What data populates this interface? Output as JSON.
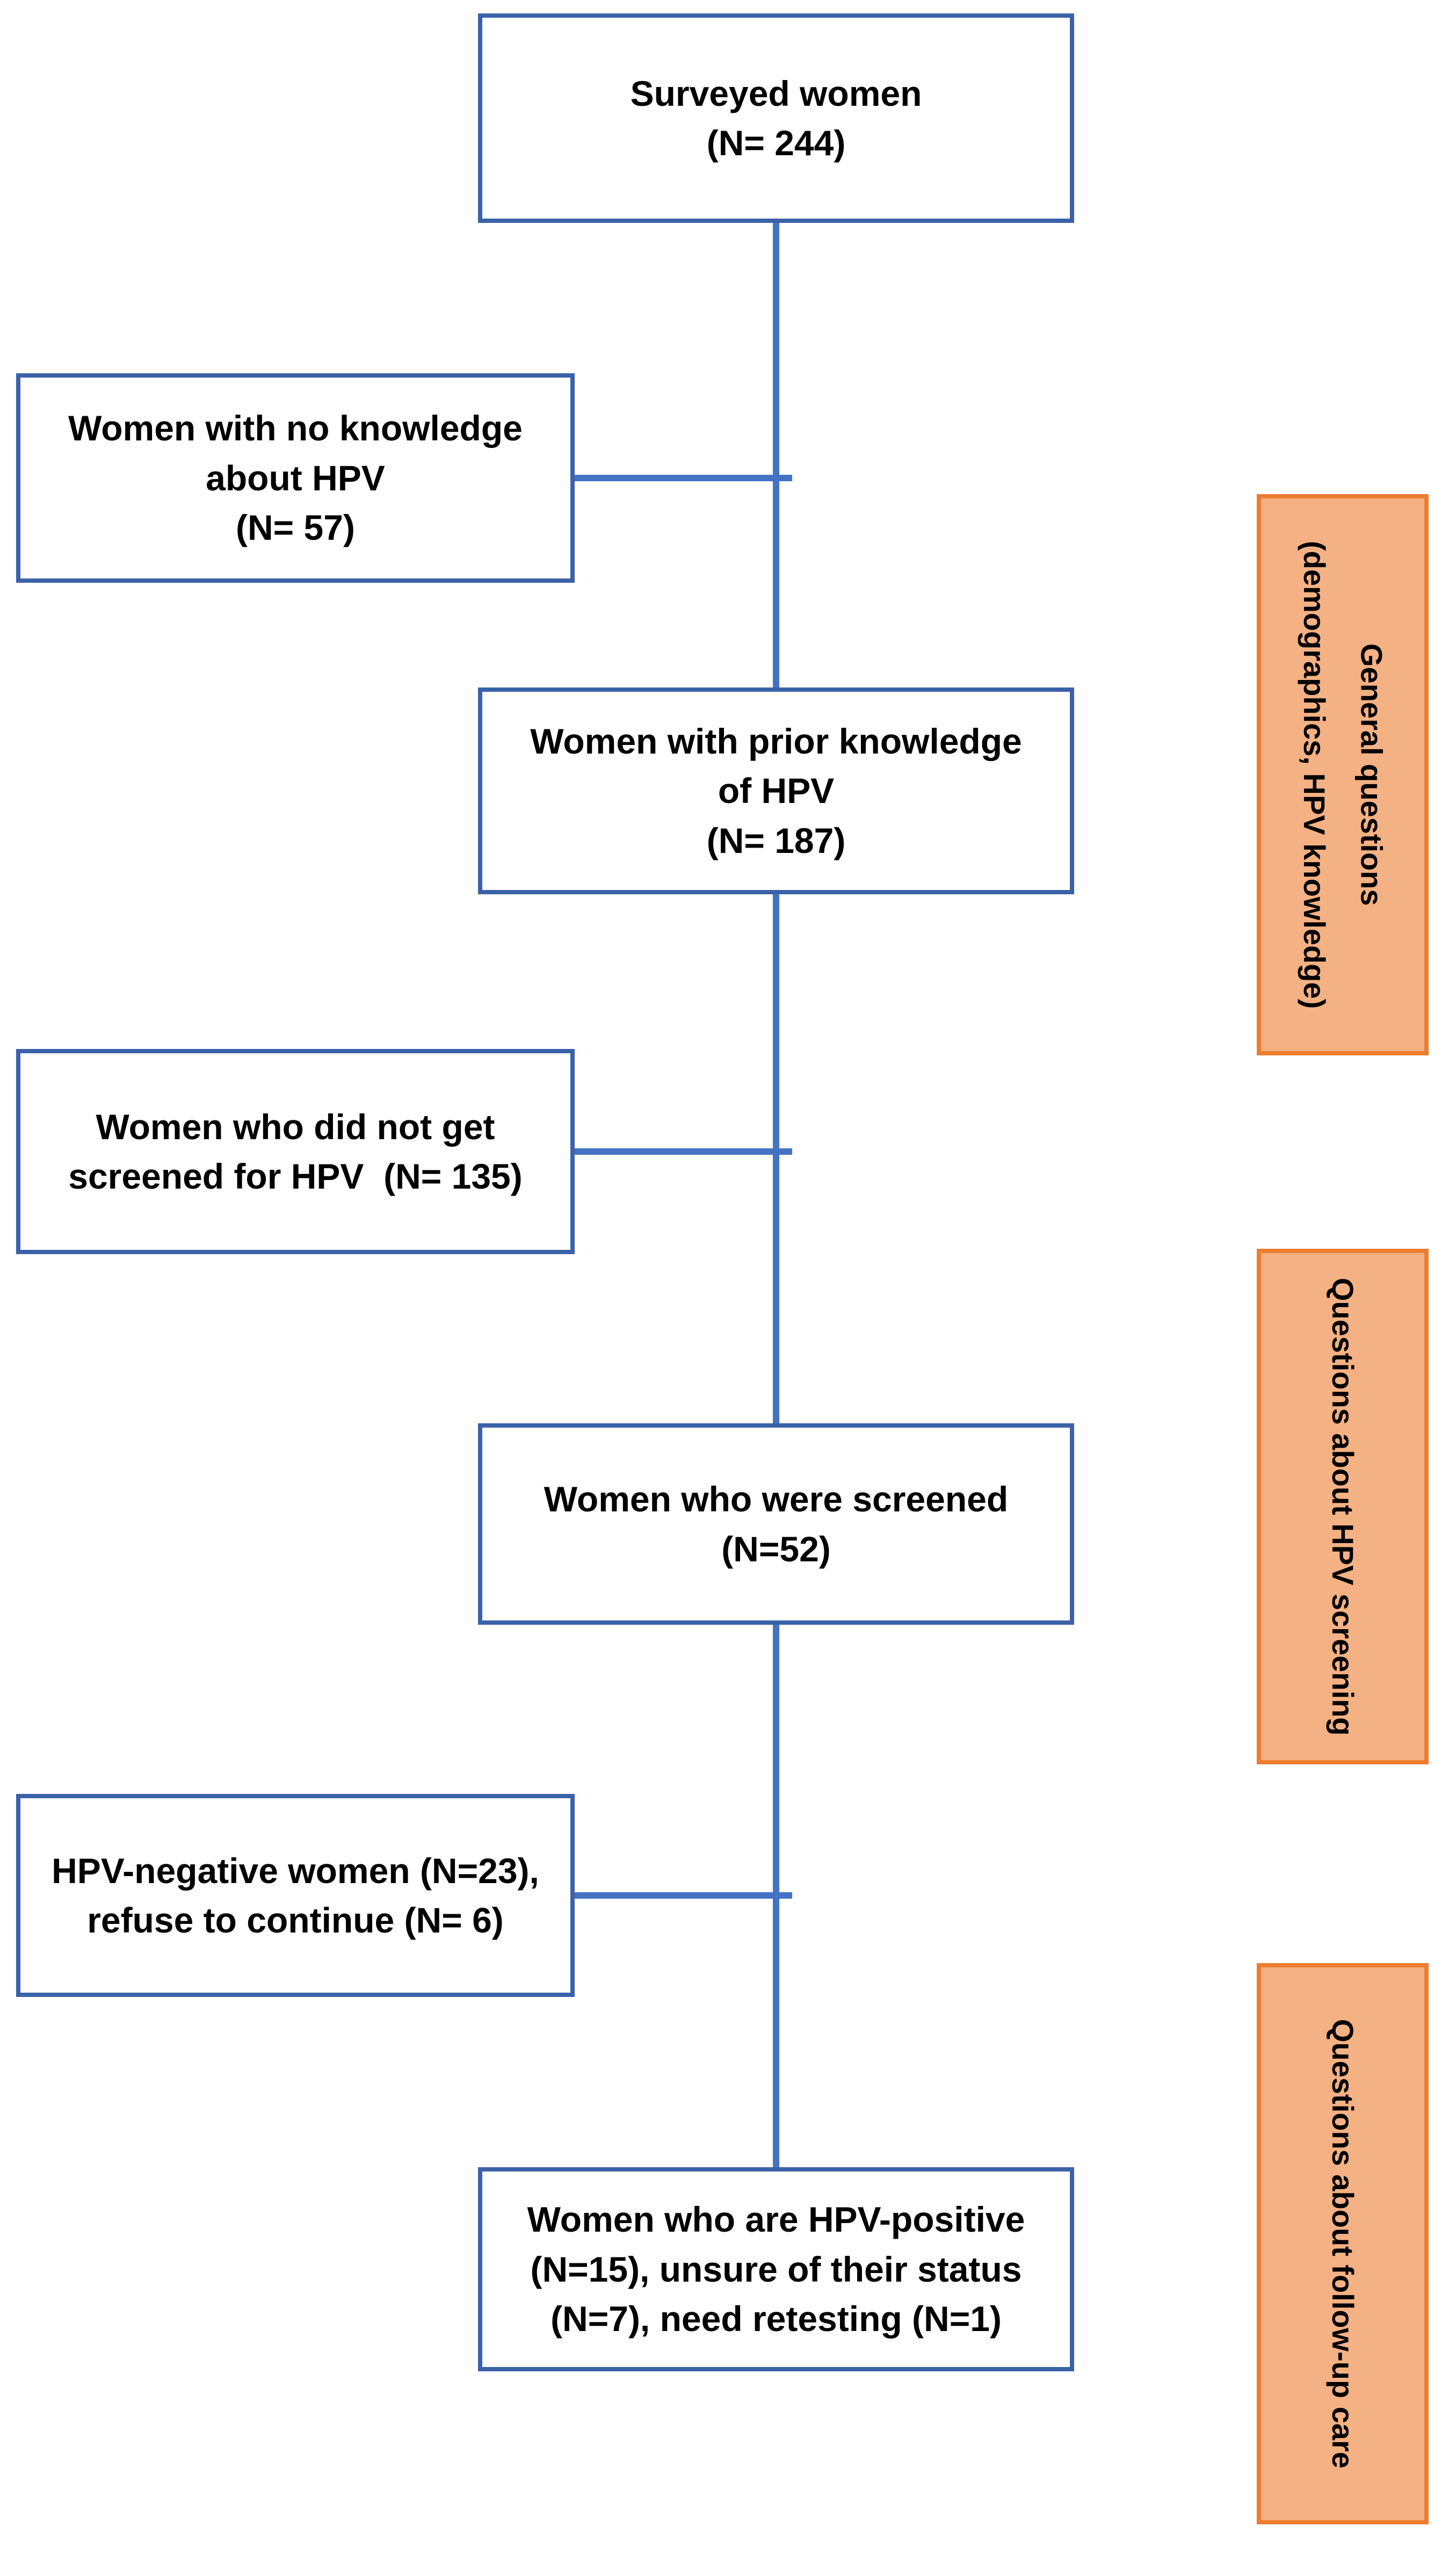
{
  "palette": {
    "background": "#ffffff",
    "text_color": "#000000",
    "line_blue": "#4472c4",
    "box_border_blue": "#3a62a8",
    "orange_fill": "#f4b183",
    "orange_border": "#ed7d31"
  },
  "flowchart": {
    "main_boxes": [
      {
        "id": "surveyed",
        "lines": [
          "Surveyed women",
          "(N= 244)"
        ]
      },
      {
        "id": "prior_knowledge",
        "lines": [
          "Women with prior knowledge",
          "of HPV",
          "(N= 187)"
        ]
      },
      {
        "id": "screened",
        "lines": [
          "Women who were screened",
          "(N=52)"
        ]
      },
      {
        "id": "hpv_positive",
        "lines": [
          "Women who are HPV-positive",
          "(N=15), unsure of their status",
          "(N=7), need retesting (N=1)"
        ]
      }
    ],
    "exclusion_boxes": [
      {
        "id": "no_knowledge",
        "lines": [
          "Women with no knowledge",
          "about HPV",
          "(N= 57)"
        ]
      },
      {
        "id": "not_screened",
        "lines": [
          "Women who did not get",
          "screened for HPV  (N= 135)"
        ]
      },
      {
        "id": "negative_refuse",
        "lines": [
          "HPV-negative women (N=23),",
          "refuse to continue (N= 6)"
        ]
      }
    ],
    "section_labels": [
      {
        "id": "general_questions",
        "lines": [
          "General questions",
          "(demographics, HPV knowledge)"
        ]
      },
      {
        "id": "hpv_screening",
        "lines": [
          "Questions about HPV screening"
        ]
      },
      {
        "id": "followup_care",
        "lines": [
          "Questions about follow-up care"
        ]
      }
    ]
  }
}
